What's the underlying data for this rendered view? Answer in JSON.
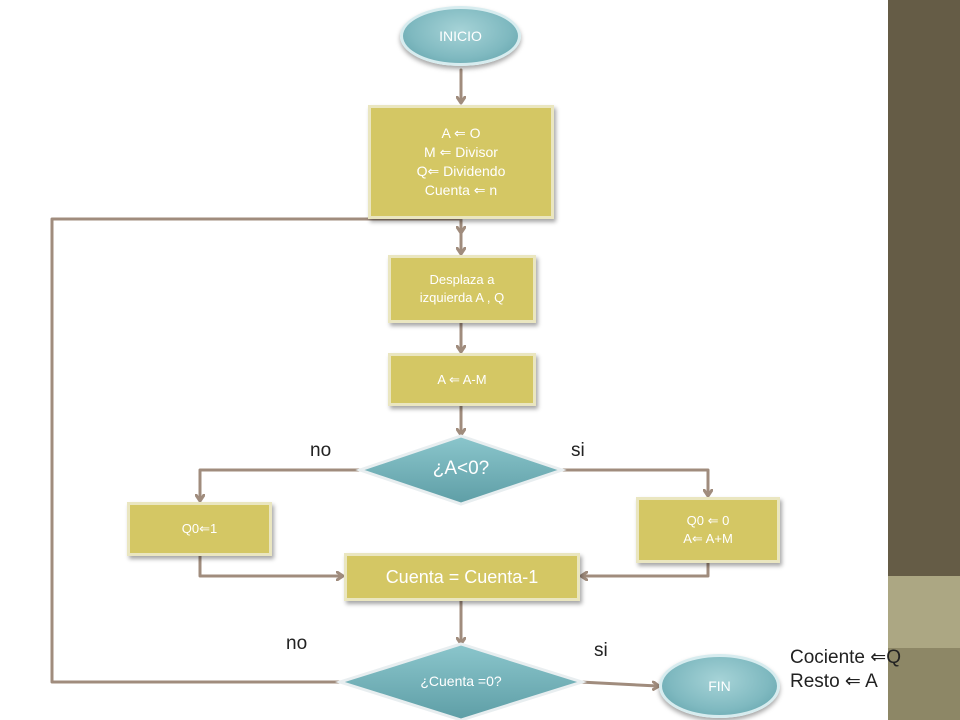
{
  "start": {
    "label": "INICIO"
  },
  "init_box": {
    "lines": [
      "A ⇐ O",
      "M ⇐ Divisor",
      "Q⇐ Dividendo",
      "Cuenta ⇐ n"
    ]
  },
  "shift_box": {
    "lines": [
      "Desplaza a",
      "izquierda A , Q"
    ]
  },
  "subtract_box": {
    "label": "A ⇐ A-M"
  },
  "decision_sign": {
    "label": "¿A<0?",
    "no_label": "no",
    "yes_label": "si"
  },
  "set_q0_one": {
    "label": "Q0⇐1"
  },
  "restore_box": {
    "lines": [
      "Q0 ⇐ 0",
      "A⇐ A+M"
    ]
  },
  "counter_box": {
    "label": "Cuenta = Cuenta-1"
  },
  "decision_count": {
    "label": "¿Cuenta =0?",
    "no_label": "no",
    "yes_label": "si"
  },
  "end": {
    "label": "FIN"
  },
  "result": {
    "lines": [
      "Cociente ⇐Q",
      "Resto  ⇐ A"
    ]
  },
  "colors": {
    "process_fill": "#d4c764",
    "terminal_fill": "#7fb9c0",
    "connector": "#a08c7d",
    "sidebar": "#655c46"
  }
}
